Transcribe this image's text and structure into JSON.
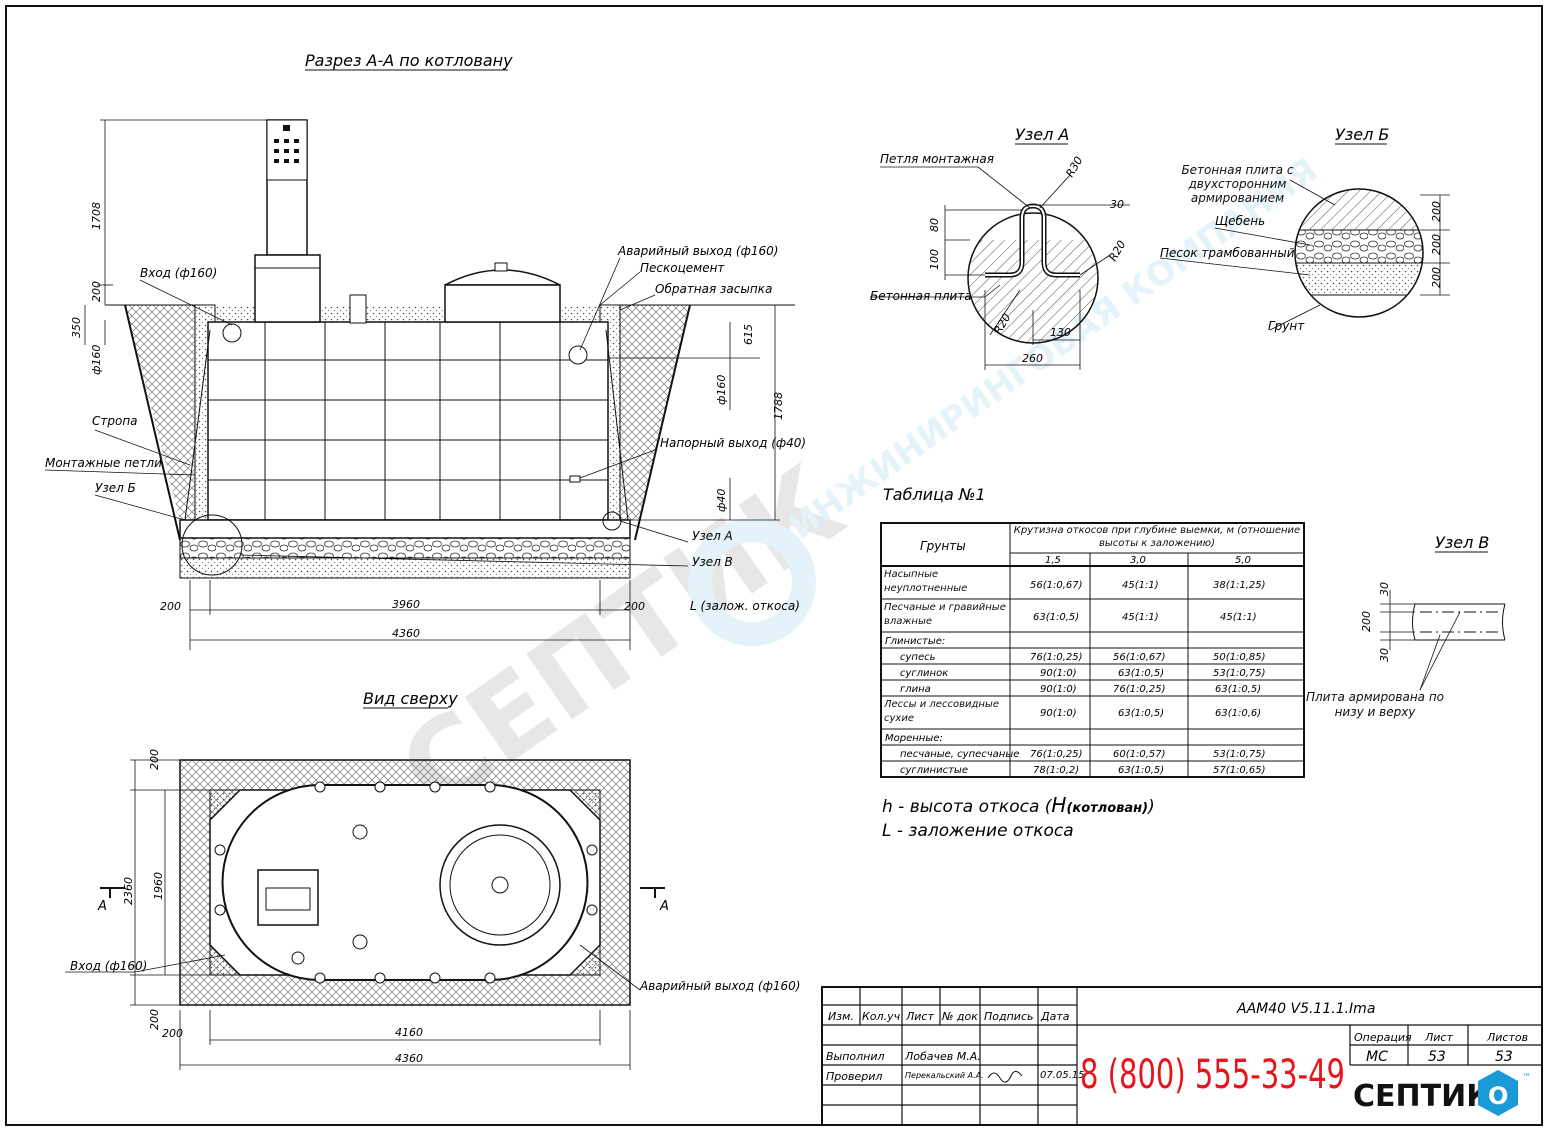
{
  "section_title": "Разрез А-А по котловану",
  "top_view_title": "Вид сверху",
  "node_a_title": "Узел А",
  "node_b_title": "Узел Б",
  "node_v_title": "Узел В",
  "section_labels": {
    "vhod": "Вход (ф160)",
    "avariyny": "Аварийный выход (ф160)",
    "peskocement": "Пескоцемент",
    "obratnaya": "Обратная засыпка",
    "stropa": "Стропа",
    "montazhnye": "Монтажные петли",
    "uzel_b": "Узел Б",
    "naporny": "Напорный выход (ф40)",
    "uzel_a": "Узел А",
    "uzel_v": "Узел В",
    "zalozh": "L (залож. откоса)"
  },
  "section_dims": {
    "d1708": "1708",
    "d200": "200",
    "d350": "350",
    "f160_left": "ф160",
    "d615": "615",
    "f160_right": "ф160",
    "d1788": "1788",
    "f40": "ф40",
    "d200_l": "200",
    "d3960": "3960",
    "d200_r": "200",
    "d4360": "4360"
  },
  "node_a": {
    "petlya": "Петля монтажная",
    "plita": "Бетонная плита",
    "r30": "R30",
    "d30": "30",
    "r20a": "R20",
    "r20b": "R20",
    "d80": "80",
    "d100": "100",
    "d130": "130",
    "d260": "260"
  },
  "node_b": {
    "plita": "Бетонная плита с двухсторонним армированием",
    "scheben": "Щебень",
    "pesok": "Песок трамбованный",
    "grunt": "Грунт",
    "d200a": "200",
    "d200b": "200",
    "d200c": "200"
  },
  "node_v": {
    "d30a": "30",
    "d200": "200",
    "d30b": "30",
    "plita": "Плита армирована по низу и верху"
  },
  "table": {
    "title": "Таблица №1",
    "col_grunty": "Грунты",
    "col_krutizna": "Крутизна откосов при глубине выемки, м (отношение высоты к заложению)",
    "depths": [
      "1,5",
      "3,0",
      "5,0"
    ],
    "rows": [
      {
        "name": "Насыпные неуплотненные",
        "v": [
          "56(1:0,67)",
          "45(1:1)",
          "38(1:1,25)"
        ]
      },
      {
        "name": "Песчаные и гравийные влажные",
        "v": [
          "63(1:0,5)",
          "45(1:1)",
          "45(1:1)"
        ]
      },
      {
        "name": "Глинистые:",
        "v": [
          "",
          "",
          ""
        ]
      },
      {
        "name": "супесь",
        "v": [
          "76(1:0,25)",
          "56(1:0,67)",
          "50(1:0,85)"
        ]
      },
      {
        "name": "суглинок",
        "v": [
          "90(1:0)",
          "63(1:0,5)",
          "53(1:0,75)"
        ]
      },
      {
        "name": "глина",
        "v": [
          "90(1:0)",
          "76(1:0,25)",
          "63(1:0,5)"
        ]
      },
      {
        "name": "Лессы и лессовидные сухие",
        "v": [
          "90(1:0)",
          "63(1:0,5)",
          "63(1:0,6)"
        ]
      },
      {
        "name": "Моренные:",
        "v": [
          "",
          "",
          ""
        ]
      },
      {
        "name": "песчаные, супесчаные",
        "v": [
          "76(1:0,25)",
          "60(1:0,57)",
          "53(1:0,75)"
        ]
      },
      {
        "name": "суглинистые",
        "v": [
          "78(1:0,2)",
          "63(1:0,5)",
          "57(1:0,65)"
        ]
      }
    ]
  },
  "legend": {
    "h_prefix": "h - высота откоса (",
    "h_big": "Н",
    "h_sub": "(котлован)",
    "h_suffix": ")",
    "l_line": "L - заложение откоса"
  },
  "top_view": {
    "vhod": "Вход (ф160)",
    "avariyny": "Аварийный выход (ф160)",
    "d200_top": "200",
    "d2360": "2360",
    "d1960": "1960",
    "d200_bot": "200",
    "d200_left": "200",
    "d4160": "4160",
    "d4360": "4360",
    "mark_a_left": "А",
    "mark_a_right": "А"
  },
  "stamp": {
    "doc_code": "ААМ40 V5.11.1.Ima",
    "col_izm": "Изм.",
    "col_kol": "Кол.уч",
    "col_list": "Лист",
    "col_dok": "№ док",
    "col_podpis": "Подпись",
    "col_data": "Дата",
    "vypolnil": "Выполнил",
    "proveril": "Проверил",
    "name1": "Лобачев М.А.",
    "name2": "Перекальский А.А.",
    "date": "07.05.15",
    "phone": "8 (800) 555-33-49",
    "h_operaciya": "Операция",
    "h_list": "Лист",
    "h_listov": "Листов",
    "v_operaciya": "МС",
    "v_list": "53",
    "v_listov": "53",
    "brand": "СЕПТИК",
    "brand_o": "O",
    "tm": "™"
  },
  "watermark": {
    "line1": "СЕПТИК",
    "line2": "ИНЖИНИРИНГОВАЯ КОМПАНИЯ"
  },
  "colors": {
    "phone_red": "#e8141b",
    "brand_blue": "#1a9ad6",
    "ink": "#111111"
  }
}
